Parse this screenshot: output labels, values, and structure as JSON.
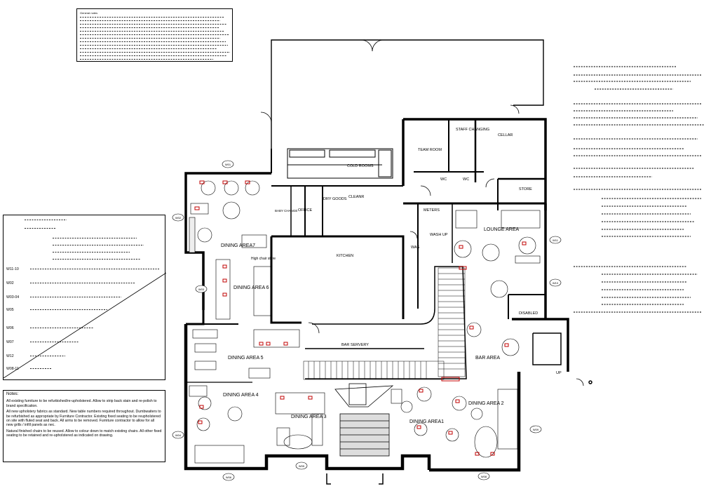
{
  "general_notes_title": "General notes",
  "notes": {
    "title": "Notes:",
    "lines": [
      "All existing furniture to be refurbished/re-upholstered. Allow to strip back stain and re-polish to brand specification.",
      "All new upholstery fabrics as standard. New table numbers required throughout. Dumbwaiters to be refurbished as appropriate by Furniture Contractor. Existing fixed seating to be reupholstered on site with fluted seat and back. All arms to be removed. Furniture contractor to allow for all new grills / infill panels as nec.",
      "Natural finished chairs to be reused. Allow to colour down to match existing chairs. All other fixed seating to be retained and re-upholstered as indicated on drawing."
    ]
  },
  "window_schedule": [
    "W11-10",
    "W02",
    "W03-04",
    "W05",
    "W06",
    "W07",
    "W12",
    "W08-11"
  ],
  "rooms": {
    "team_room": "TEAM ROOM",
    "staff_changing": "STAFF CHANGING",
    "cellar": "CELLAR",
    "cold_rooms": "COLD ROOMS",
    "store": "STORE",
    "female_wc": "WC",
    "male_wc": "WC",
    "baby_change": "BABY CHANGE",
    "office": "OFFICE",
    "dry_goods": "DRY GOODS",
    "cleaner": "CLEANR",
    "meters": "METERS",
    "wash_up": "WASH UP",
    "was": "WAS",
    "kitchen": "KITCHEN",
    "lounge_area": "LOUNGE AREA",
    "high_chair_store": "High chair store",
    "dining_area_7": "DINING AREA7",
    "dining_area_6": "DINING AREA 6",
    "dining_area_5": "DINING AREA 5",
    "dining_area_4": "DINING AREA 4",
    "dining_area_3": "DINING AREA 3",
    "dining_area_1": "DINING AREA1",
    "dining_area_2": "DINING AREA 2",
    "bar_servery": "BAR SERVERY",
    "bar_area": "BAR AREA",
    "disabled": "DISABLED",
    "up": "UP"
  },
  "window_tags": {
    "w01": "W01",
    "w02": "W02",
    "w03": "W03",
    "w04": "W04",
    "w05": "W05",
    "w06": "W06",
    "w08": "W08",
    "w09": "W09",
    "w10": "W10",
    "w11": "W11"
  },
  "colors": {
    "wall": "#000000",
    "accent": "#c00000",
    "ink": "#222222"
  }
}
